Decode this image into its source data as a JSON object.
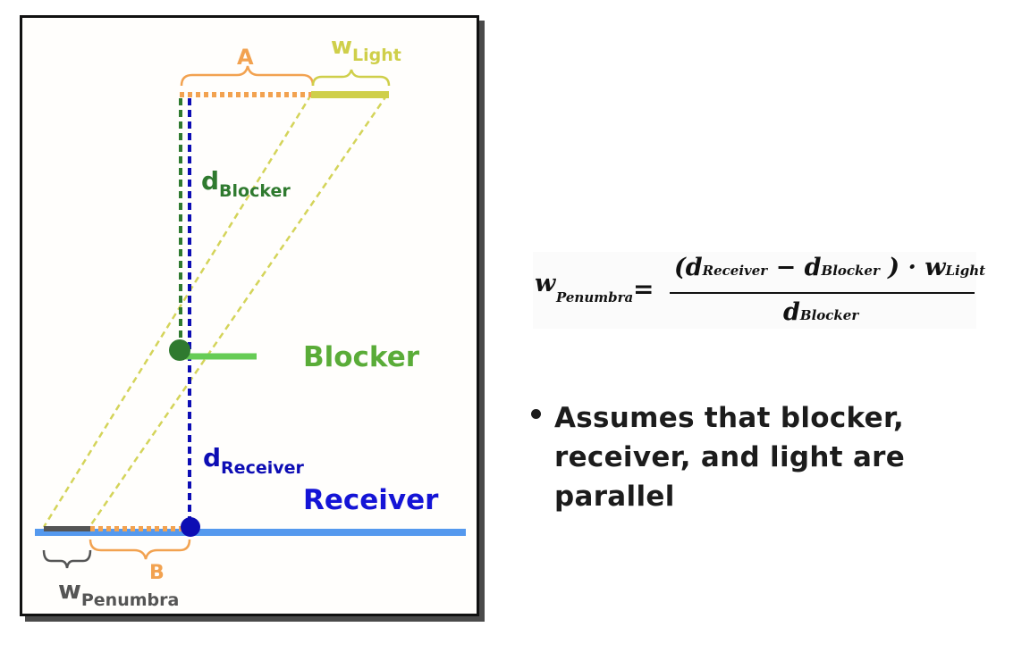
{
  "diagram": {
    "label_a": "A",
    "label_b": "B",
    "w_light_base": "w",
    "w_light_sub": "Light",
    "d_blocker_base": "d",
    "d_blocker_sub": "Blocker",
    "d_receiver_base": "d",
    "d_receiver_sub": "Receiver",
    "blocker_label": "Blocker",
    "receiver_label": "Receiver",
    "w_penumbra_base": "w",
    "w_penumbra_sub": "Penumbra",
    "colors": {
      "orange": "#f2a250",
      "yellow": "#cfcf4a",
      "dashed_yellow": "#d4d45a",
      "green": "#2f7a2f",
      "blocker_bar": "#66cc55",
      "blocker_text": "#5aac38",
      "blue": "#0d0db4",
      "receiver_bar": "#5599ee",
      "receiver_text": "#1414d6",
      "gray": "#555555"
    }
  },
  "formula": {
    "lhs": "w",
    "lhs_sub": "Penumbra",
    "equals": "=",
    "num_open": "(d",
    "num_sub1": "Receiver",
    "num_minus": " − d",
    "num_sub2": "Blocker",
    "num_close": " ) · w",
    "num_sub3": "Light",
    "den": "d",
    "den_sub": "Blocker"
  },
  "bullet": {
    "lines": [
      "Assumes that blocker,",
      "receiver, and light are",
      "parallel"
    ]
  }
}
